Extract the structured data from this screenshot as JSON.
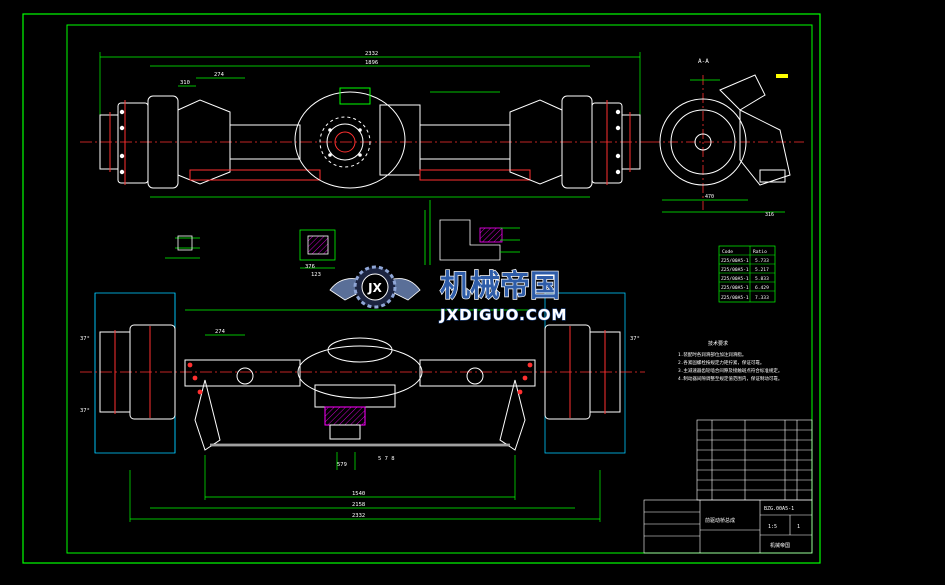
{
  "drawing": {
    "section_label": "A-A",
    "dim_top": [
      "2332",
      "1896",
      "274",
      "310"
    ],
    "dim_left_view": [
      "316",
      "470"
    ],
    "dim_bottom": [
      "1540",
      "2158",
      "2332",
      "274"
    ],
    "dim_center": [
      "579",
      "376",
      "123",
      "5 7 8"
    ],
    "angles": [
      "37°",
      "37°",
      "37°"
    ]
  },
  "parts_table": {
    "headers": [
      "Code",
      "Ratio"
    ],
    "rows": [
      [
        "Z25/00A5-1",
        "5.733"
      ],
      [
        "Z25/00A5-1",
        "5.217"
      ],
      [
        "Z25/00A5-1",
        "5.833"
      ],
      [
        "Z25/00A5-1",
        "6.429"
      ],
      [
        "Z25/00A5-1",
        "7.333"
      ]
    ]
  },
  "tech_notes": {
    "title": "技术要求",
    "lines": [
      "1.装配时各润滑部位加注润滑脂。",
      "2.各紧固螺栓按规定力矩拧紧，保证可靠。",
      "3.主减速器齿轮啮合间隙及接触斑点符合标准规定。",
      "4.制动器间隙调整至规定值范围内，保证制动可靠。"
    ]
  },
  "title_block": {
    "drawing_no": "BZG.00A5-1",
    "name": "前驱动桥总成",
    "scale": "1:5",
    "sheet": "1",
    "company": "机械帝国"
  },
  "watermark": {
    "logo_letters": "JX",
    "text_cn": "机械帝国",
    "text_en": "JXDIGUO.COM",
    "colors": {
      "cn": "#2e5ca8",
      "en": "#ffffff",
      "gear": "#2e5ca8"
    }
  },
  "colors": {
    "frame": "#00ff00",
    "outline": "#ffffff",
    "center": "#ff3030",
    "dimension": "#00ff00",
    "hidden": "#00c8ff",
    "hatch": "#ff00ff",
    "note": "#ffff00"
  }
}
